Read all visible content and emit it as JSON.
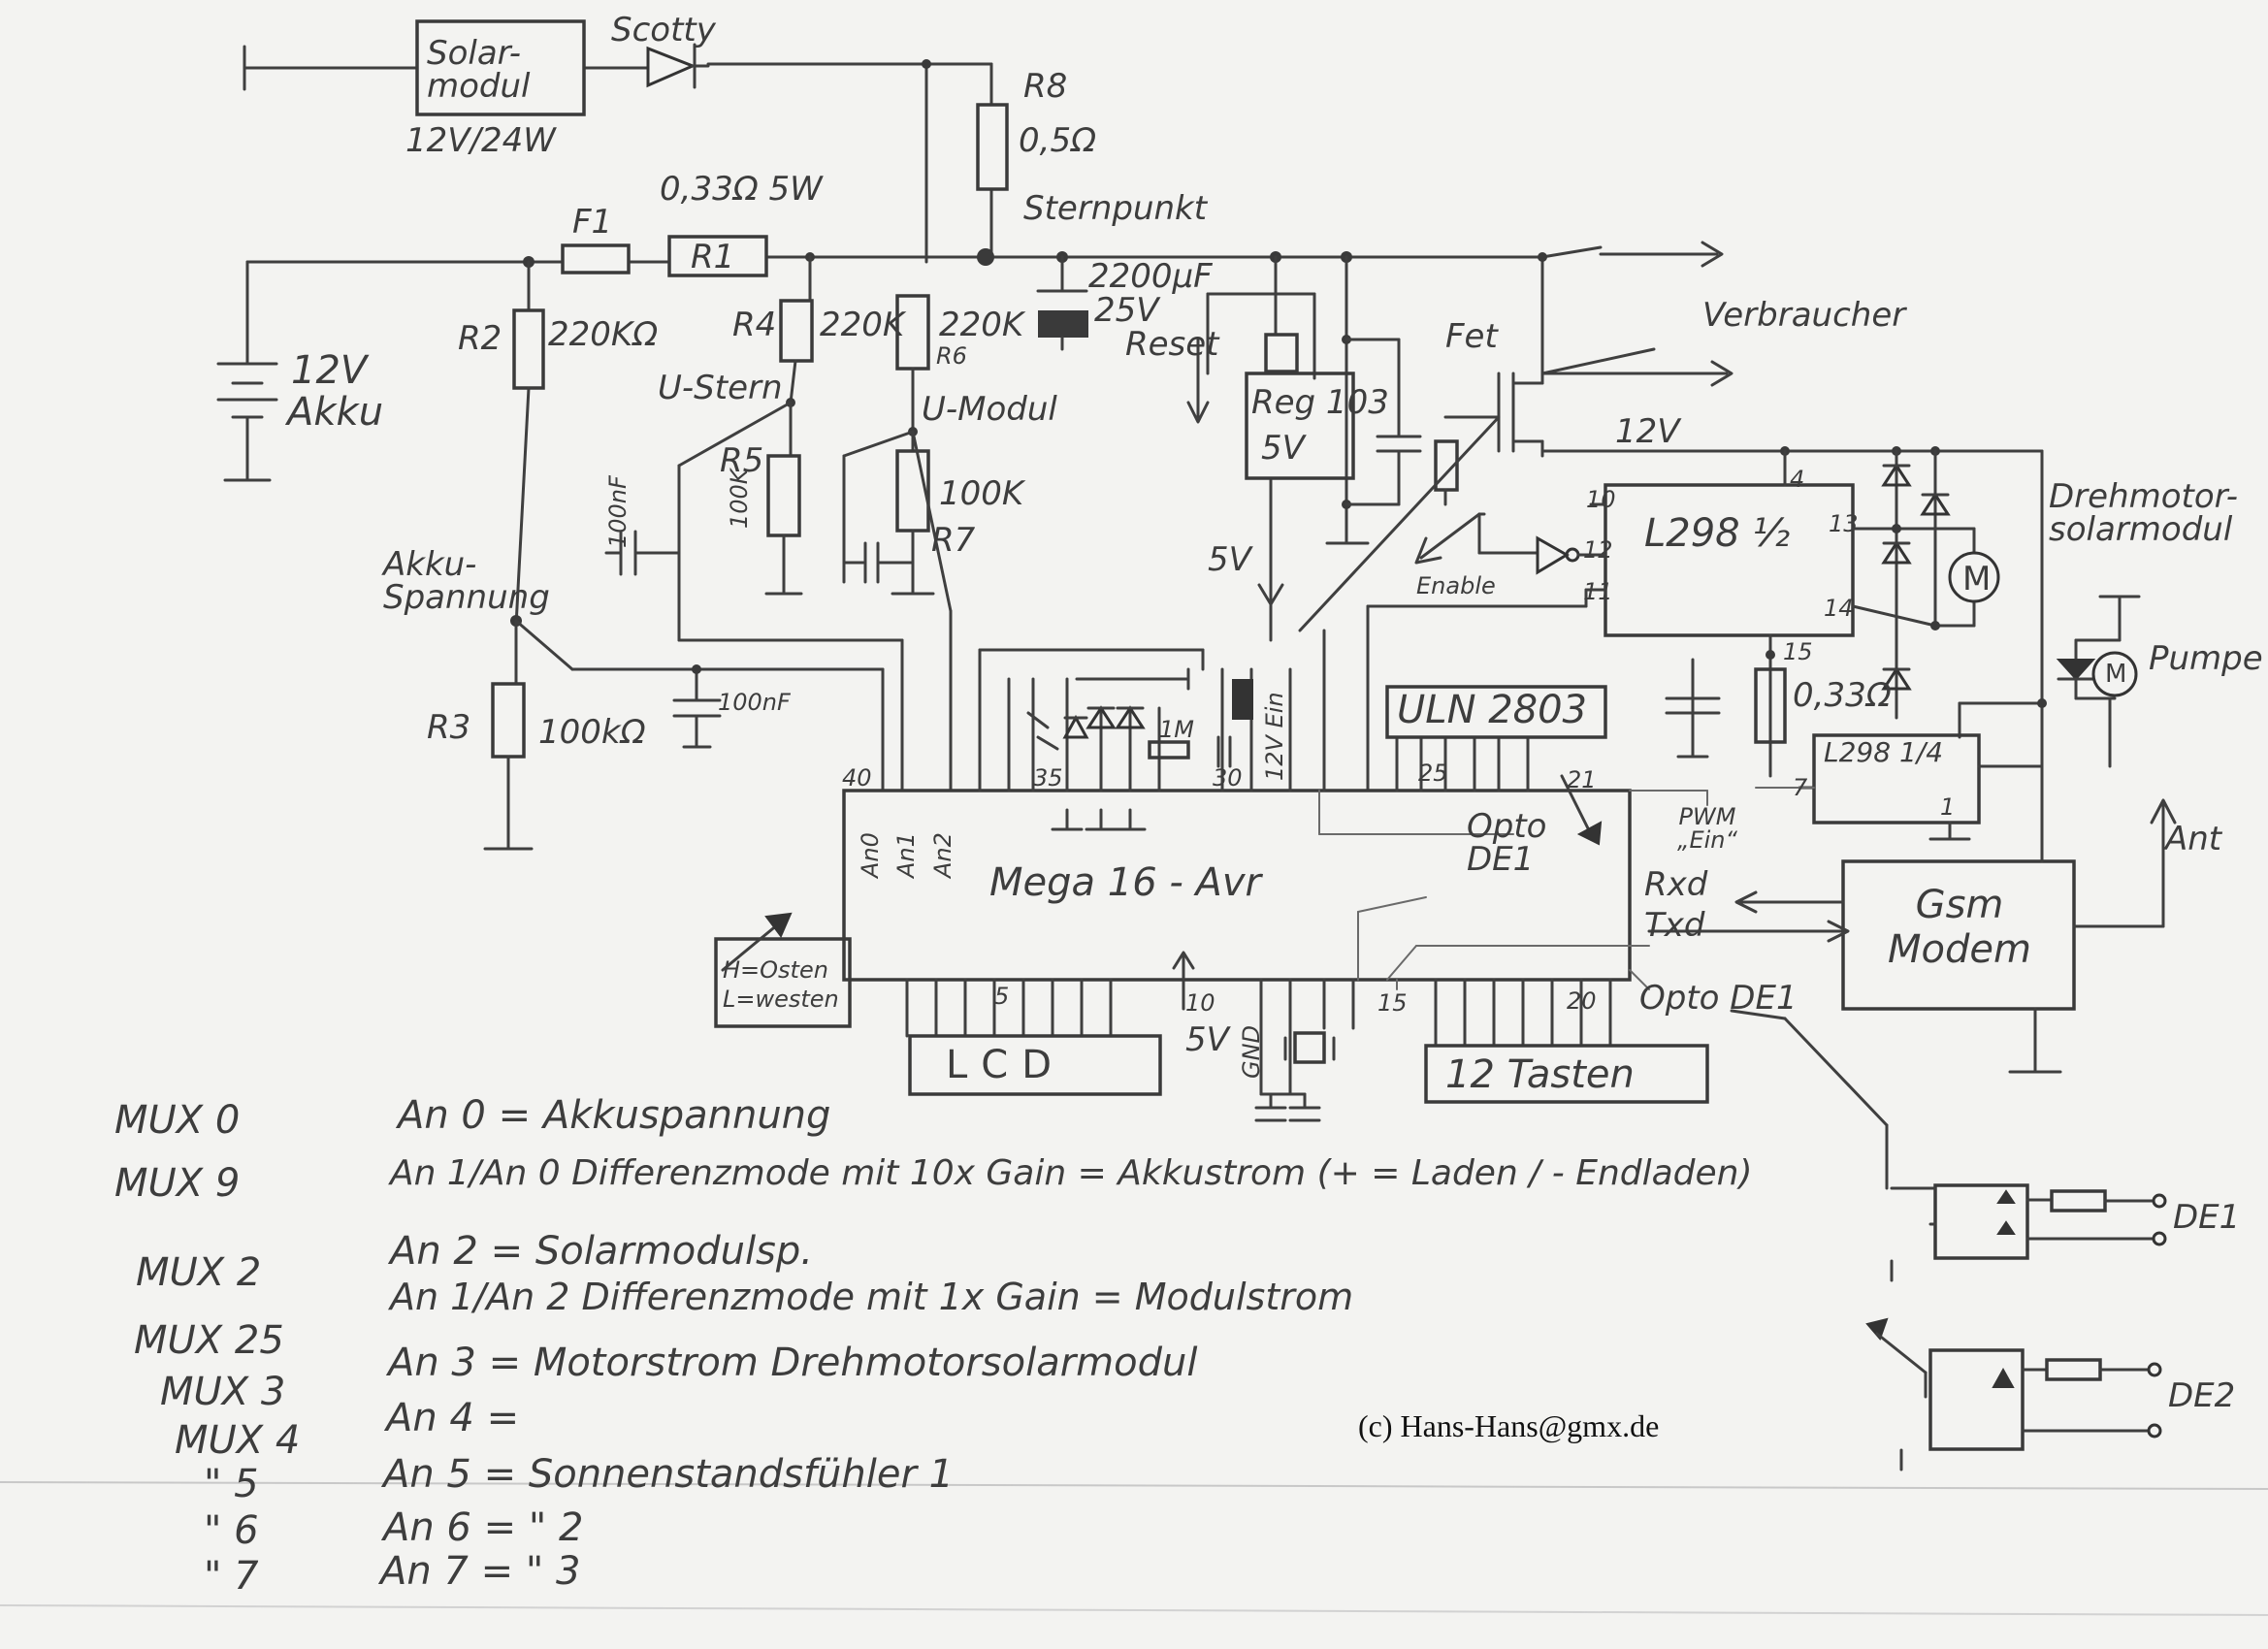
{
  "labels": {
    "solar_module": "Solar-modul",
    "solar_rating": "12V/24W",
    "schottky": "Scotty",
    "r8_name": "R8",
    "r8_value": "0,5Ω",
    "sternpunkt": "Sternpunkt",
    "f1": "F1",
    "r1_value": "0,33Ω 5W",
    "r1_name": "R1",
    "cap_big": "2200µF",
    "cap_volt": "25V",
    "battery_volt": "12V",
    "battery_name": "Akku",
    "r2_name": "R2",
    "r2_value": "220KΩ",
    "r4_name": "R4",
    "r4_value": "220K",
    "r6_value": "220K",
    "r6_name": "R6",
    "u_stern": "U-Stern",
    "u_modul": "U-Modul",
    "r5_name": "R5",
    "r5_value": "100K",
    "r7_value": "100K",
    "r7_name": "R7",
    "cap_100nf_a": "100nF",
    "akku_spannung": "Akku-Spannung",
    "r3_name": "R3",
    "r3_value": "100kΩ",
    "cap_100nf_b": "100nF",
    "reset": "Reset",
    "reg_name": "Reg 103",
    "reg_volt": "5V",
    "five_v": "5V",
    "fet": "Fet",
    "verbraucher": "Verbraucher",
    "twelve_v": "12V",
    "enable": "Enable",
    "l298_top": "L298 ½",
    "pin_10": "10",
    "pin_12": "12",
    "pin_11": "11",
    "pin_13": "13",
    "pin_14": "14",
    "pin_4": "4",
    "pin_15": "15",
    "r_033": "0,33Ω",
    "drehmotor": "Drehmotor-solarmodul",
    "motor_m": "M",
    "pumpe": "Pumpe",
    "l298_bottom": "L298 1/4",
    "l298b_pin_7": "7",
    "l298b_pin_1": "1",
    "uln": "ULN 2803",
    "pin_25": "25",
    "pin_21": "21",
    "pin_35": "35",
    "pin_30": "30",
    "pin_40": "40",
    "r_1m": "1M",
    "twelve_v_ein": "12V Ein",
    "opto_de1_a": "Opto DE1",
    "pwm_ein": "PWM „Ein“",
    "rxd": "Rxd",
    "txd": "Txd",
    "gsm": "Gsm Modem",
    "ant": "Ant",
    "mcu": "Mega 16 - Avr",
    "an0": "An0",
    "an1": "An1",
    "an2": "An2",
    "h_l": "H=Osten L=westen",
    "pin_5": "5",
    "pin_10b": "10",
    "pin_15b": "15",
    "pin_20": "20",
    "opto_de1_b": "Opto DE1",
    "lcd": "LCD",
    "five_v_b": "5V",
    "gnd": "GND",
    "tasten": "12 Tasten",
    "de1": "DE1",
    "de2": "DE2",
    "copyright": "(c) Hans-Hans@gmx.de"
  },
  "mux_table": [
    {
      "mux": "MUX 0",
      "desc": "An 0 = Akkuspannung"
    },
    {
      "mux": "MUX 9",
      "desc": "An 1/An 0 Differenzmode mit 10x Gain = Akkustrom (+ = Laden / - Endladen)"
    },
    {
      "mux": "MUX 2",
      "desc": "An 2 = Solarmodulsp."
    },
    {
      "mux": "MUX 25",
      "desc": "An 1/An 2 Differenzmode mit 1x Gain = Modulstrom"
    },
    {
      "mux": "MUX 3",
      "desc": "An 3 = Motorstrom Drehmotorsolarmodul"
    },
    {
      "mux": "MUX 4",
      "desc": "An 4 ="
    },
    {
      "mux": "\" 5",
      "desc": "An 5 = Sonnenstandsfühler 1"
    },
    {
      "mux": "\" 6",
      "desc": "An 6 = \" 2"
    },
    {
      "mux": "\" 7",
      "desc": "An 7 = \" 3"
    }
  ]
}
